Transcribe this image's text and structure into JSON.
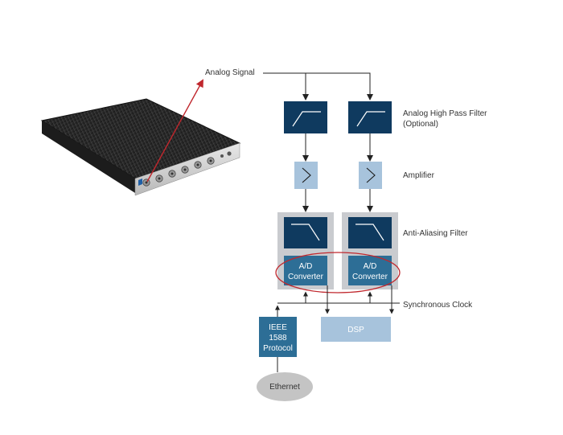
{
  "labels": {
    "analog_signal": "Analog Signal",
    "hpf_line1": "Analog High Pass Filter",
    "hpf_line2": "(Optional)",
    "amplifier": "Amplifier",
    "anti_aliasing": "Anti-Aliasing Filter",
    "sync_clock": "Synchronous Clock"
  },
  "blocks": {
    "adc_line1": "A/D",
    "adc_line2": "Converter",
    "ieee_line1": "IEEE",
    "ieee_line2": "1588",
    "ieee_line3": "Protocol",
    "dsp": "DSP",
    "ethernet": "Ethernet"
  },
  "colors": {
    "dark_navy": "#0f3a5f",
    "mid_blue": "#2d6e96",
    "light_blue": "#a7c3dc",
    "gray_panel": "#c9cbcf",
    "ethernet_gray": "#c4c4c4",
    "highlight_red": "#c0272d",
    "line": "#222222"
  }
}
